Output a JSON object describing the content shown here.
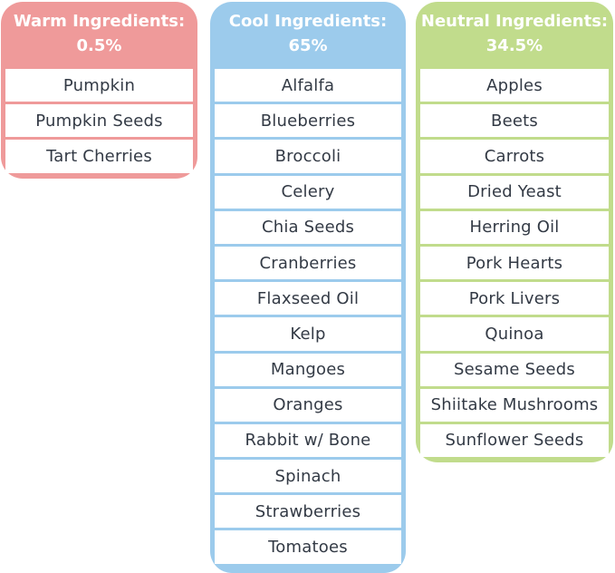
{
  "colors": {
    "warm": "#ef9a9a",
    "cool": "#9ccbec",
    "neutral": "#c1dc8c",
    "cell_bg": "#ffffff",
    "text": "#333a45"
  },
  "columns": {
    "warm": {
      "title": "Warm Ingredients:",
      "percent": "0.5%",
      "items": [
        "Pumpkin",
        "Pumpkin Seeds",
        "Tart Cherries"
      ]
    },
    "cool": {
      "title": "Cool Ingredients:",
      "percent": "65%",
      "items": [
        "Alfalfa",
        "Blueberries",
        "Broccoli",
        "Celery",
        "Chia Seeds",
        "Cranberries",
        "Flaxseed Oil",
        "Kelp",
        "Mangoes",
        "Oranges",
        "Rabbit w/ Bone",
        "Spinach",
        "Strawberries",
        "Tomatoes"
      ]
    },
    "neutral": {
      "title": "Neutral Ingredients:",
      "percent": "34.5%",
      "items": [
        "Apples",
        "Beets",
        "Carrots",
        "Dried Yeast",
        "Herring Oil",
        "Pork Hearts",
        "Pork Livers",
        "Quinoa",
        "Sesame Seeds",
        "Shiitake Mushrooms",
        "Sunflower Seeds"
      ]
    }
  }
}
